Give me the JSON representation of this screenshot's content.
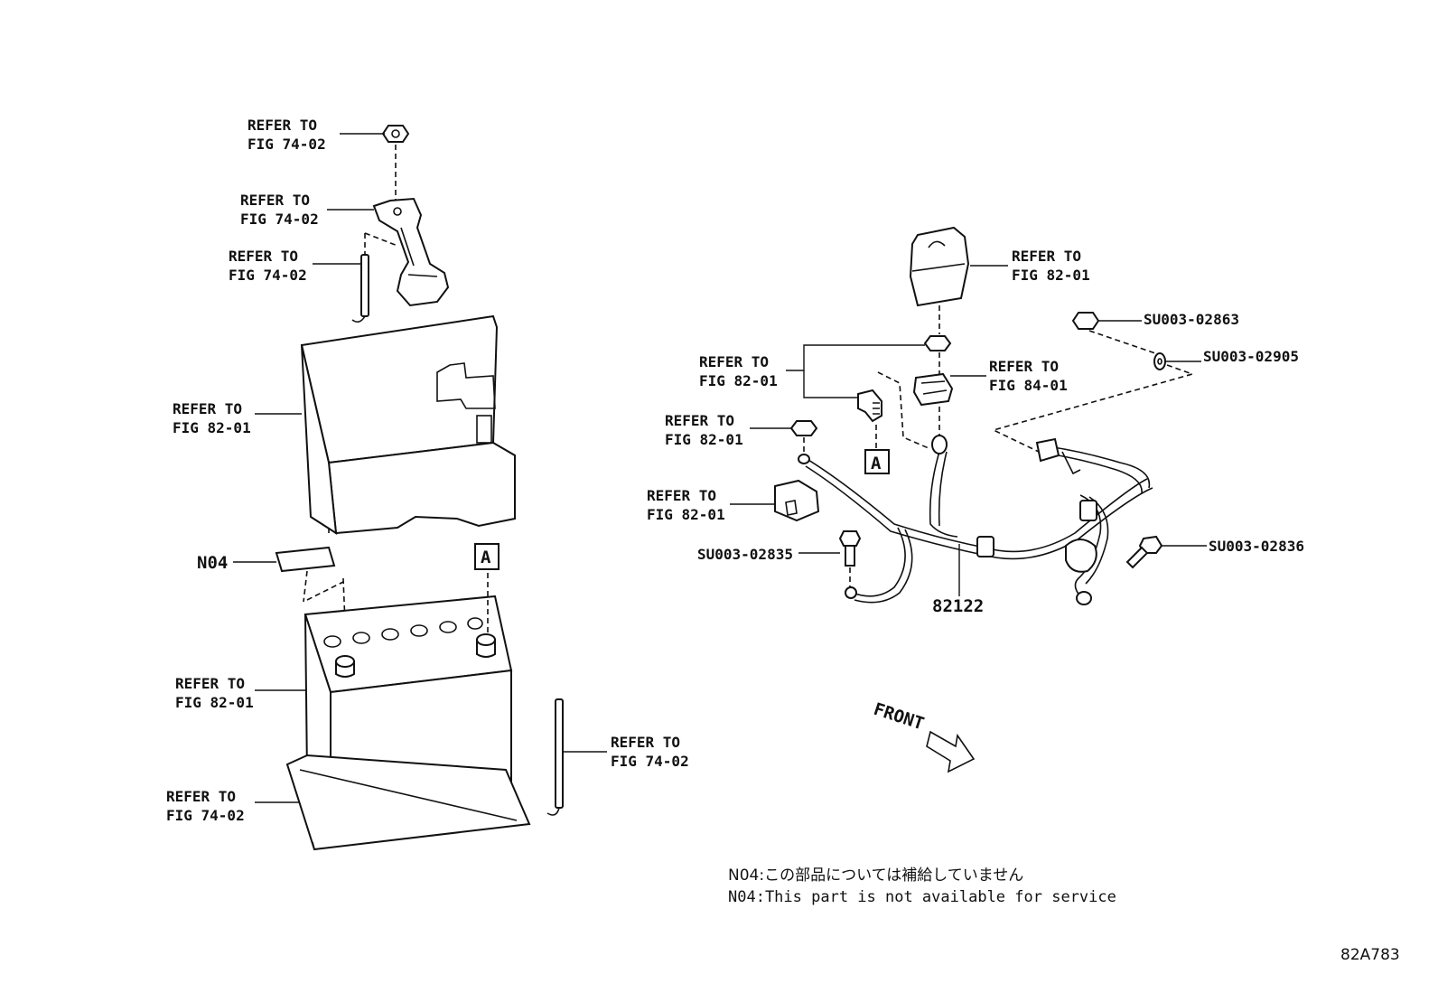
{
  "labels": {
    "nut_top_1": "REFER TO",
    "nut_top_2": "FIG 74-02",
    "clamp_1": "REFER TO",
    "clamp_2": "FIG 74-02",
    "rod_top_1": "REFER TO",
    "rod_top_2": "FIG 74-02",
    "cover_1": "REFER TO",
    "cover_2": "FIG 82-01",
    "battery_1": "REFER TO",
    "battery_2": "FIG 82-01",
    "tray_1": "REFER TO",
    "tray_2": "FIG 74-02",
    "rod_right_1": "REFER TO",
    "rod_right_2": "FIG 74-02",
    "term_cover_1": "REFER TO",
    "term_cover_2": "FIG 82-01",
    "term_group_1": "REFER TO",
    "term_group_2": "FIG 82-01",
    "fuse_1": "REFER TO",
    "fuse_2": "FIG 84-01",
    "term_nut_1": "REFER TO",
    "term_nut_2": "FIG 82-01",
    "clamp_term_1": "REFER TO",
    "clamp_term_2": "FIG 82-01",
    "n04": "N04",
    "marker_a": "A",
    "part_82122": "82122",
    "su_02863": "SU003-02863",
    "su_02905": "SU003-02905",
    "su_02835": "SU003-02835",
    "su_02836": "SU003-02836",
    "front": "FRONT"
  },
  "notes": {
    "jp": "N04:この部品については補給していません",
    "en": "N04:This part is not available for service"
  },
  "figure_code": "82A783"
}
